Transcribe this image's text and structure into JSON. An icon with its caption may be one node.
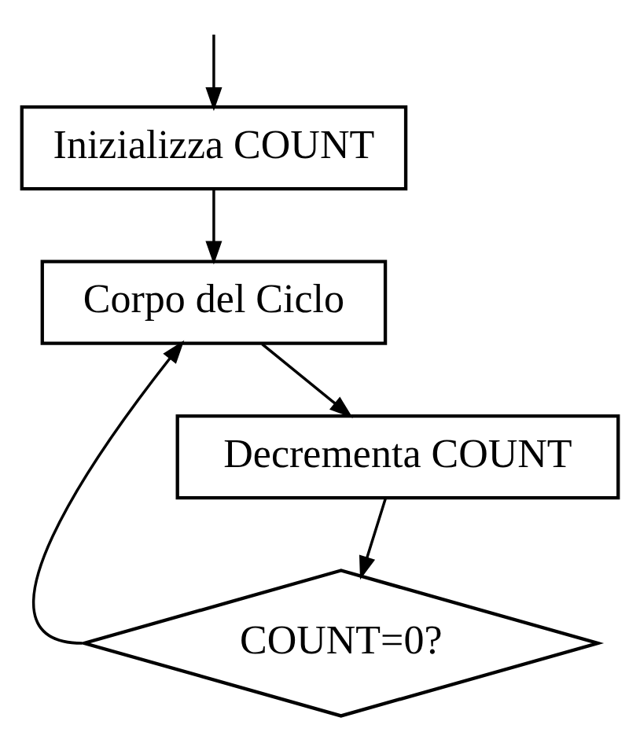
{
  "diagram": {
    "nodes": [
      {
        "text": [
          "Inizializza COUNT"
        ]
      },
      {
        "text": [
          "Corpo del Ciclo"
        ]
      },
      {
        "text": [
          "Decrementa COUNT"
        ]
      },
      {
        "text": [
          "COUNT=0?"
        ]
      }
    ],
    "edges": [
      {
        "from": null,
        "to": 0,
        "arrow": "to"
      },
      {
        "from": 0,
        "to": 1,
        "arrow": "to"
      },
      {
        "from": 1,
        "to": 2,
        "arrow": "to"
      },
      {
        "from": 2,
        "to": 3,
        "arrow": "to"
      },
      {
        "from": 3,
        "to": 1,
        "arrow": "to"
      }
    ]
  }
}
